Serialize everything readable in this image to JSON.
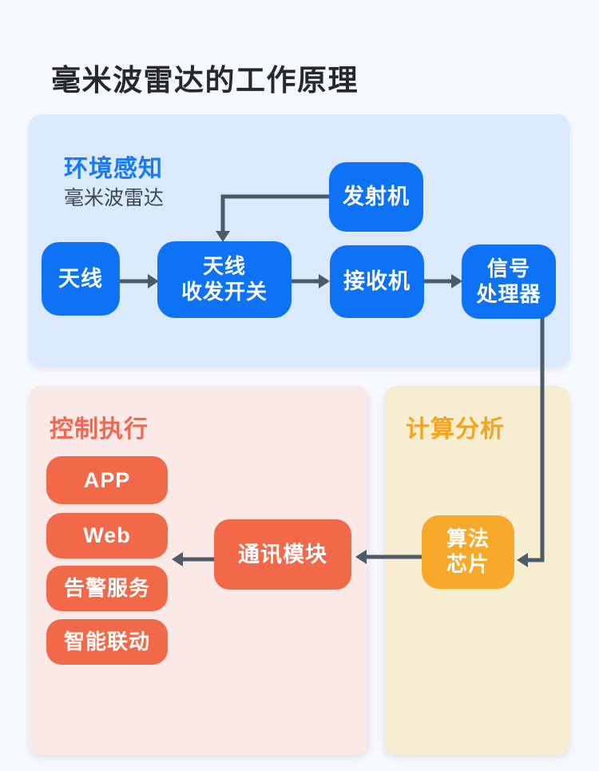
{
  "title": "毫米波雷达的工作原理",
  "colors": {
    "page_bg": "#f6f9fd",
    "panel_perception_bg": "#dbe9fc",
    "panel_control_bg": "#fae9e6",
    "panel_compute_bg": "#f7edd1",
    "node_blue": "#0d72f4",
    "node_orange": "#f2694a",
    "node_amber": "#f8a92b",
    "header_blue": "#1779fb",
    "header_coral": "#ef6950",
    "header_amber": "#f6a41f",
    "arrow": "#4c5b68",
    "title_text": "#26292c"
  },
  "sections": {
    "perception": {
      "title": "环境感知",
      "subtitle": "毫米波雷达"
    },
    "control": {
      "title": "控制执行"
    },
    "compute": {
      "title": "计算分析"
    }
  },
  "nodes": {
    "transmitter": {
      "label": "发射机"
    },
    "antenna": {
      "label": "天线"
    },
    "switch": {
      "line1": "天线",
      "line2": "收发开关"
    },
    "receiver": {
      "label": "接收机"
    },
    "signal_processor": {
      "line1": "信号",
      "line2": "处理器"
    },
    "app": {
      "label": "APP"
    },
    "web": {
      "label": "Web"
    },
    "alert_service": {
      "label": "告警服务"
    },
    "smart_linkage": {
      "label": "智能联动"
    },
    "comm_module": {
      "label": "通讯模块"
    },
    "algorithm_chip": {
      "line1": "算法",
      "line2": "芯片"
    }
  }
}
